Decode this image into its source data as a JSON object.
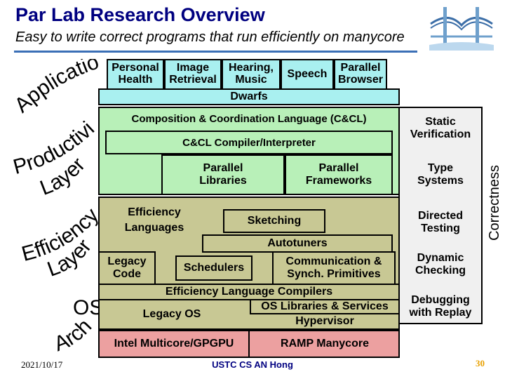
{
  "header": {
    "title": "Par Lab Research Overview",
    "subtitle": "Easy to write correct programs that run efficiently on manycore"
  },
  "layers": {
    "applications": "Applications",
    "productivity": "Productivity",
    "productivity_layer": "Layer",
    "efficiency": "Efficiency",
    "efficiency_layer": "Layer",
    "os": "OS",
    "arch": "Arch."
  },
  "apps": {
    "personal_health_1": "Personal",
    "personal_health_2": "Health",
    "image_retrieval_1": "Image",
    "image_retrieval_2": "Retrieval",
    "hearing_music_1": "Hearing,",
    "hearing_music_2": "Music",
    "speech": "Speech",
    "parallel_browser_1": "Parallel",
    "parallel_browser_2": "Browser",
    "dwarfs": "Dwarfs"
  },
  "stack": {
    "ccl": "Composition & Coordination Language (C&CL)",
    "ccl_compiler": "C&CL Compiler/Interpreter",
    "parallel_libraries_1": "Parallel",
    "parallel_libraries_2": "Libraries",
    "parallel_frameworks_1": "Parallel",
    "parallel_frameworks_2": "Frameworks",
    "efficiency_languages_1": "Efficiency",
    "efficiency_languages_2": "Languages",
    "sketching": "Sketching",
    "autotuners": "Autotuners",
    "legacy_code_1": "Legacy",
    "legacy_code_2": "Code",
    "schedulers": "Schedulers",
    "comm_sync_1": "Communication &",
    "comm_sync_2": "Synch. Primitives",
    "efficiency_compilers": "Efficiency Language Compilers",
    "legacy_os": "Legacy OS",
    "os_libraries": "OS Libraries & Services",
    "hypervisor": "Hypervisor",
    "intel_multicore": "Intel Multicore/GPGPU",
    "ramp_manycore": "RAMP Manycore"
  },
  "correctness": {
    "label": "Correctness",
    "static_verification_1": "Static",
    "static_verification_2": "Verification",
    "type_systems_1": "Type",
    "type_systems_2": "Systems",
    "directed_testing_1": "Directed",
    "directed_testing_2": "Testing",
    "dynamic_checking_1": "Dynamic",
    "dynamic_checking_2": "Checking",
    "debugging_1": "Debugging",
    "debugging_2": "with Replay"
  },
  "footer": {
    "date": "2021/10/17",
    "institution": "USTC CS AN Hong",
    "page": "30"
  },
  "colors": {
    "title": "#000080",
    "dwarf": "#a9f0f0",
    "productivity": "#b8f0b8",
    "efficiency": "#c8c894",
    "hardware": "#eca0a0",
    "page_number": "#e8a000"
  }
}
